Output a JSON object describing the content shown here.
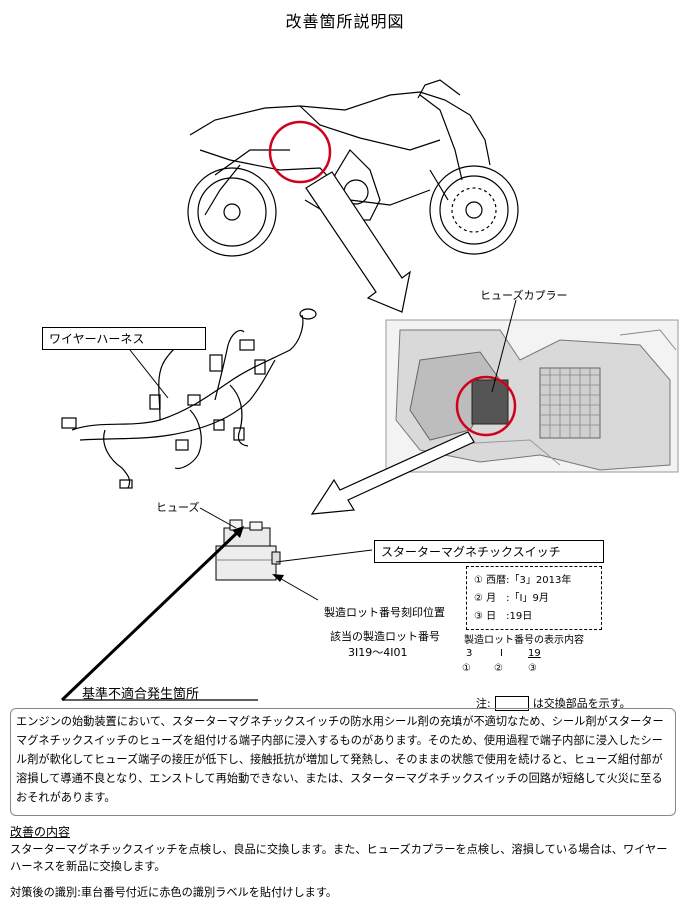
{
  "title": "改善箇所説明図",
  "labels": {
    "wire_harness": "ワイヤーハーネス",
    "fuse_coupler": "ヒューズカプラー",
    "fuse": "ヒューズ",
    "starter_switch": "スターターマグネチックスイッチ",
    "lot_stamp_pos": "製造ロット番号刻印位置",
    "lot_applicable_title": "該当の製造ロット番号",
    "lot_applicable_range": "3I19～4I01",
    "defect_location": "基準不適合発生箇所"
  },
  "lot_legend": {
    "line1": "① 西暦:「3」2013年",
    "line2": "② 月　:「I」9月",
    "line3": "③ 日　:19日",
    "display_title": "製造ロット番号の表示内容",
    "sample": [
      "3",
      "I",
      "19"
    ],
    "sample_marks": [
      "①",
      "②",
      "③"
    ]
  },
  "note": {
    "prefix": "注:",
    "suffix": "は交換部品を示す。"
  },
  "description": "エンジンの始動装置において、スターターマグネチックスイッチの防水用シール剤の充填が不適切なため、シール剤がスターターマグネチックスイッチのヒューズを組付ける端子内部に浸入するものがあります。そのため、使用過程で端子内部に浸入したシール剤が軟化してヒューズ端子の接圧が低下し、接触抵抗が増加して発熱し、そのままの状態で使用を続けると、ヒューズ組付部が溶損して導通不良となり、エンストして再始動できない、または、スターターマグネチックスイッチの回路が短絡して火災に至るおそれがあります。",
  "improvement": {
    "title": "改善の内容",
    "text": "スターターマグネチックスイッチを点検し、良品に交換します。また、ヒューズカプラーを点検し、溶損している場合は、ワイヤーハーネスを新品に交換します。"
  },
  "identification": "対策後の識別:車台番号付近に赤色の識別ラベルを貼付けします。",
  "colors": {
    "highlight": "#d0021b",
    "ink": "#000000"
  }
}
